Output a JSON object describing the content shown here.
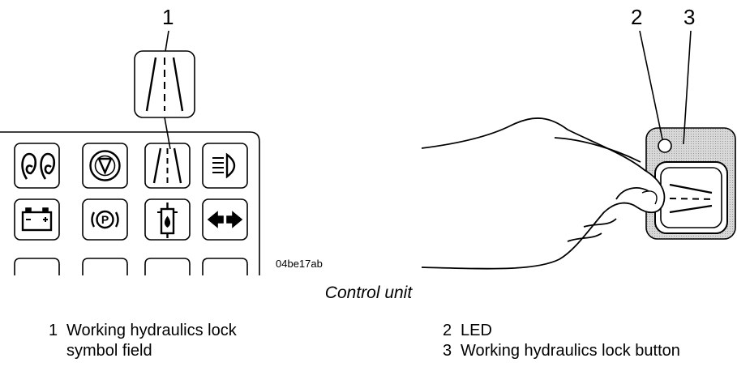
{
  "figure": {
    "callouts": [
      "1",
      "2",
      "3"
    ],
    "figure_code": "04be17ab",
    "icons": {
      "row1": [
        "glow-plug-icon",
        "brake-warning-icon",
        "working-hydraulics-lock-icon",
        "headlight-icon"
      ],
      "row2": [
        "battery-icon",
        "parking-brake-icon",
        "oil-pressure-icon",
        "turn-signal-icon"
      ]
    },
    "parking_brake_letter": "P"
  },
  "caption": "Control unit",
  "legend": [
    {
      "num": "1",
      "text": "Working hydraulics lock symbol field"
    },
    {
      "num": "2",
      "text": "LED"
    },
    {
      "num": "3",
      "text": "Working hydraulics lock button"
    }
  ]
}
